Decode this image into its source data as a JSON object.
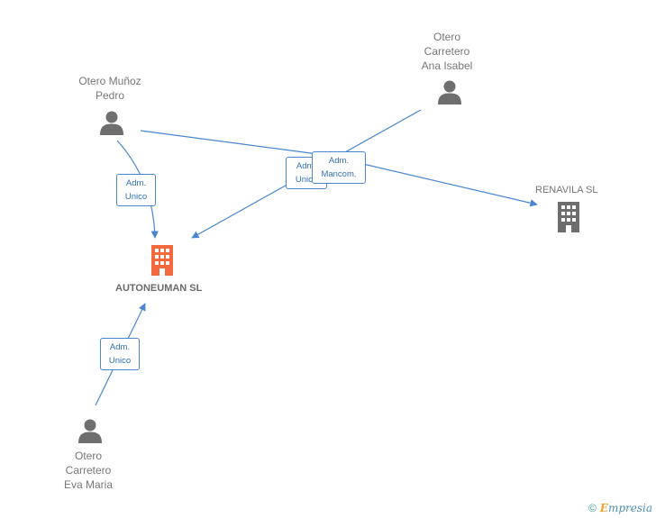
{
  "nodes": {
    "autoneuman": {
      "label": "AUTONEUMAN SL",
      "color": "#f26a3d"
    },
    "renavila": {
      "label": "RENAVILA SL",
      "color": "#6e6e6e"
    },
    "pedro": {
      "label": "Otero Muñoz\nPedro"
    },
    "ana": {
      "label": "Otero\nCarretero\nAna Isabel"
    },
    "eva": {
      "label": "Otero\nCarretero\nEva Maria"
    }
  },
  "edges": {
    "pedro_autoneuman": "Adm.\nUnico",
    "ana_autoneuman": "Adm.\nUnico",
    "pedro_renavila": "Adm.\nMancom.",
    "eva_autoneuman": "Adm.\nUnico"
  },
  "colors": {
    "edge": "#4a86d0",
    "person": "#6e6e6e"
  },
  "footer": {
    "copyright": "©",
    "brand_initial": "E",
    "brand_rest": "mpresia"
  }
}
